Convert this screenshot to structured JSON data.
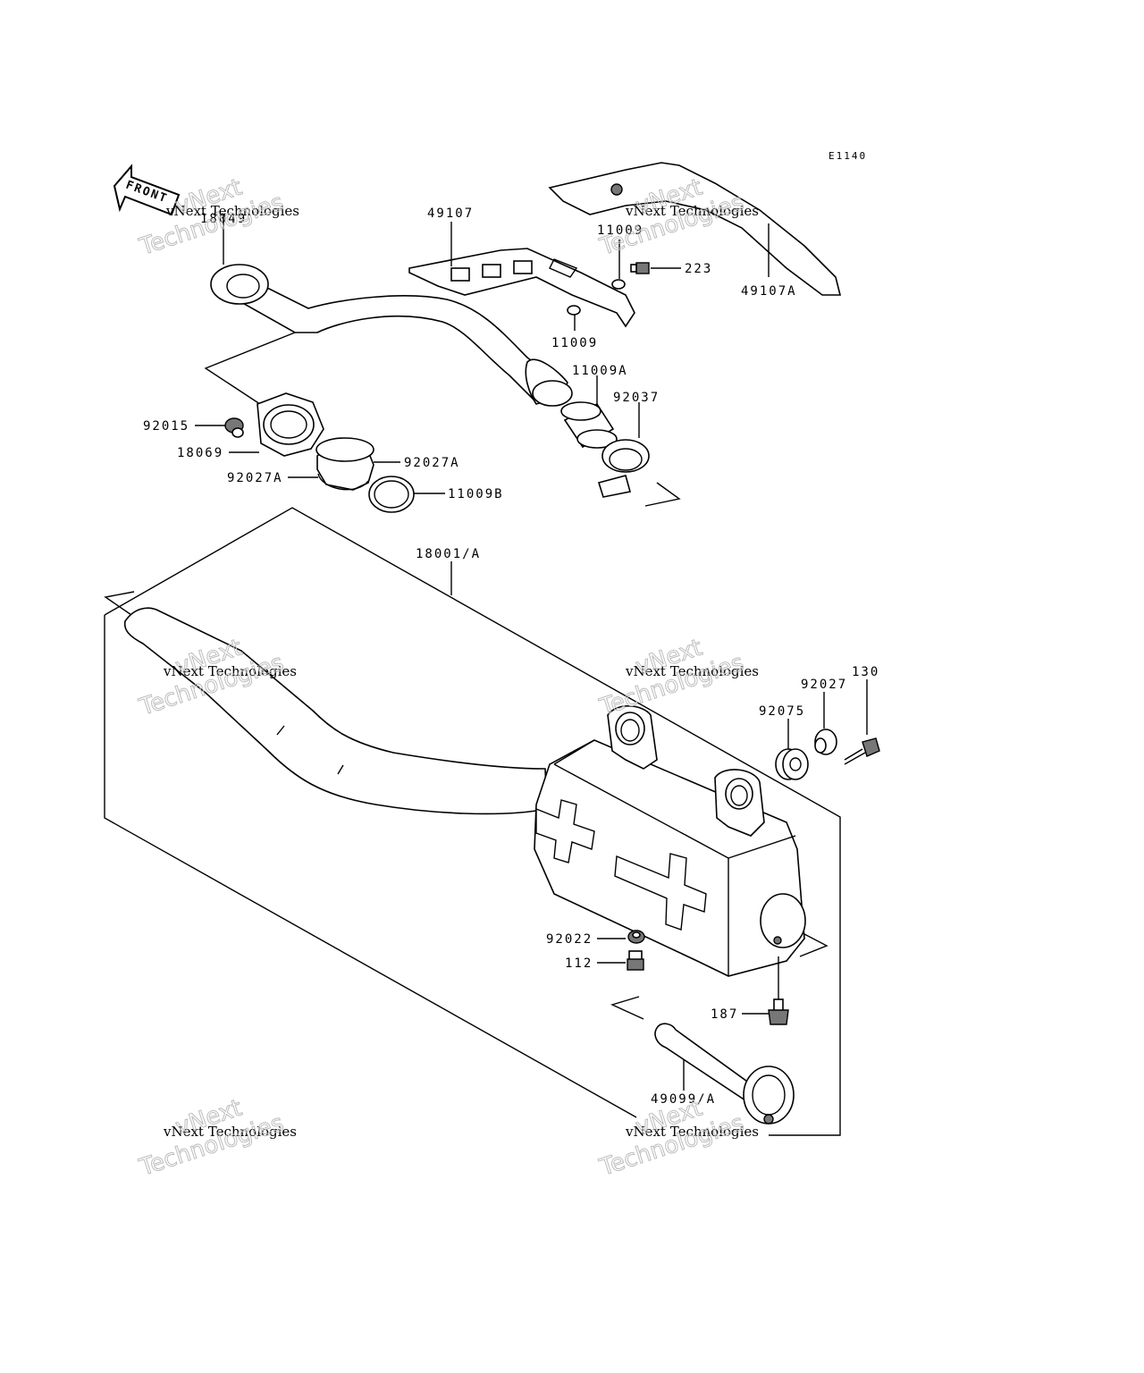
{
  "diagram_code": "E1140",
  "front_label": "FRONT",
  "watermark": {
    "line1": "vNext Technologies",
    "line2": "vNext",
    "line3": "Technologies"
  },
  "parts": {
    "p18049": "18049",
    "p49107": "49107",
    "p11009_top": "11009",
    "p223": "223",
    "p49107A": "49107A",
    "p11009_bottom": "11009",
    "p11009A": "11009A",
    "p92037": "92037",
    "p92015": "92015",
    "p18069": "18069",
    "p92027A_right": "92027A",
    "p92027A_left": "92027A",
    "p11009B": "11009B",
    "p18001A": "18001/A",
    "p130": "130",
    "p92027": "92027",
    "p92075": "92075",
    "p92022": "92022",
    "p112": "112",
    "p187": "187",
    "p49099A": "49099/A"
  }
}
